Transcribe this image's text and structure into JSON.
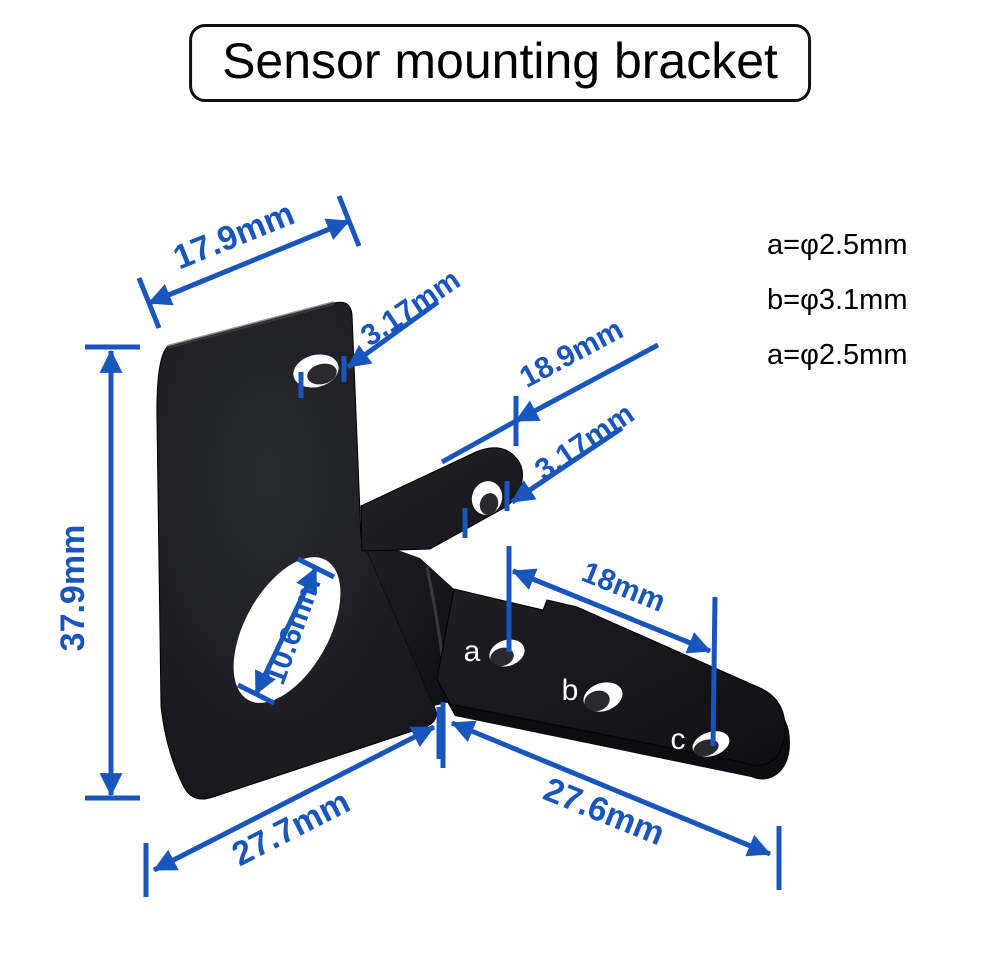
{
  "title": "Sensor mounting bracket",
  "hole_specs": [
    "a=φ2.5mm",
    "b=φ3.1mm",
    "a=φ2.5mm"
  ],
  "dimensions": {
    "plate_top_width": "17.9mm",
    "plate_top_hole_diameter": "3.17mm",
    "arm_length": "18.9mm",
    "arm_hole_diameter": "3.17mm",
    "base_hole_spacing": "18mm",
    "plate_height": "37.9mm",
    "big_hole_diameter": "10.6mm",
    "plate_bottom_width": "27.7mm",
    "base_width": "27.6mm"
  },
  "hole_labels": [
    "a",
    "b",
    "c"
  ],
  "colors": {
    "dimension_blue": "#1856bd",
    "bracket_body": "#1a1a20",
    "background": "#ffffff"
  }
}
